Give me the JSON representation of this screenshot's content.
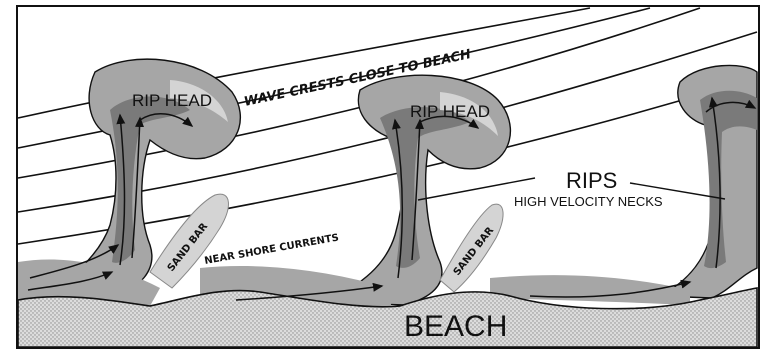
{
  "labels": {
    "rip_head_1": "RIP HEAD",
    "rip_head_2": "RIP HEAD",
    "wave_crests": "WAVE CRESTS CLOSE TO BEACH",
    "rips": "RIPS",
    "high_velocity": "HIGH VELOCITY NECKS",
    "sand_bar_1": "SAND BAR",
    "sand_bar_2": "SAND BAR",
    "near_shore": "NEAR SHORE CURRENTS",
    "beach": "BEACH"
  },
  "colors": {
    "background": "#ffffff",
    "ink": "#111111",
    "rip_dark": "#7a7a7a",
    "rip_mid": "#a6a6a6",
    "rip_light": "#d4d4d4",
    "beach_fill": "#c8c8c8"
  }
}
